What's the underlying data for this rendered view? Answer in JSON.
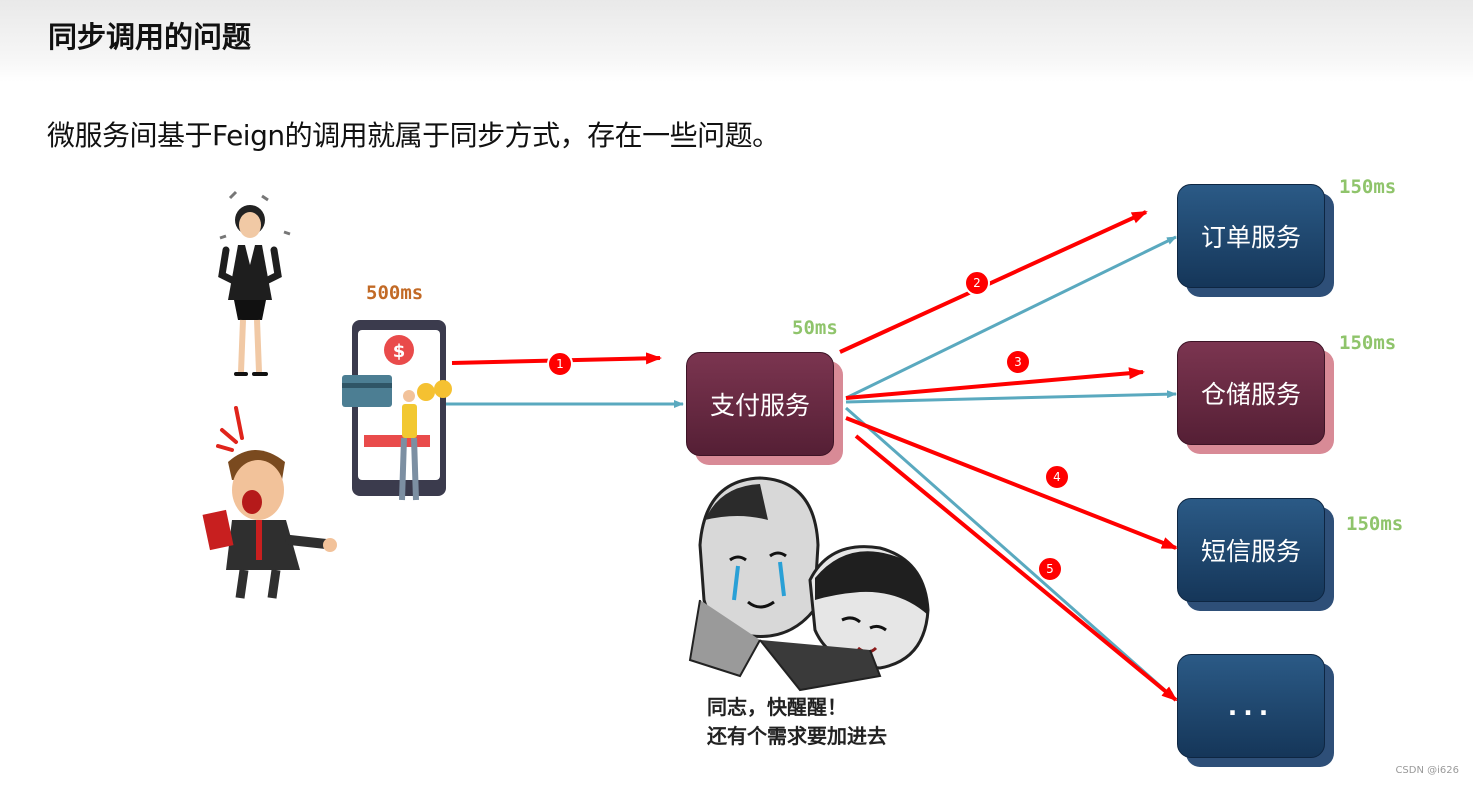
{
  "slide": {
    "title": "同步调用的问题",
    "subtitle": "微服务间基于Feign的调用就属于同步方式，存在一些问题。"
  },
  "latency": {
    "client": "500ms",
    "payment": "50ms",
    "order": "150ms",
    "storage": "150ms",
    "sms": "150ms"
  },
  "services": {
    "payment": "支付服务",
    "order": "订单服务",
    "storage": "仓储服务",
    "sms": "短信服务",
    "more": "..."
  },
  "steps": [
    "1",
    "2",
    "3",
    "4",
    "5"
  ],
  "meme": {
    "line1": "同志，快醒醒！",
    "line2": "还有个需求要加进去"
  },
  "watermark": "CSDN @i626",
  "colors": {
    "service_box_blue": "#1c4067",
    "payment_box": "#651f3a",
    "call_arrow_teal": "#5aa9bf",
    "step_arrow_red": "#ff0000",
    "latency_green": "#8fc46b",
    "client_latency_orange": "#c26a26"
  }
}
